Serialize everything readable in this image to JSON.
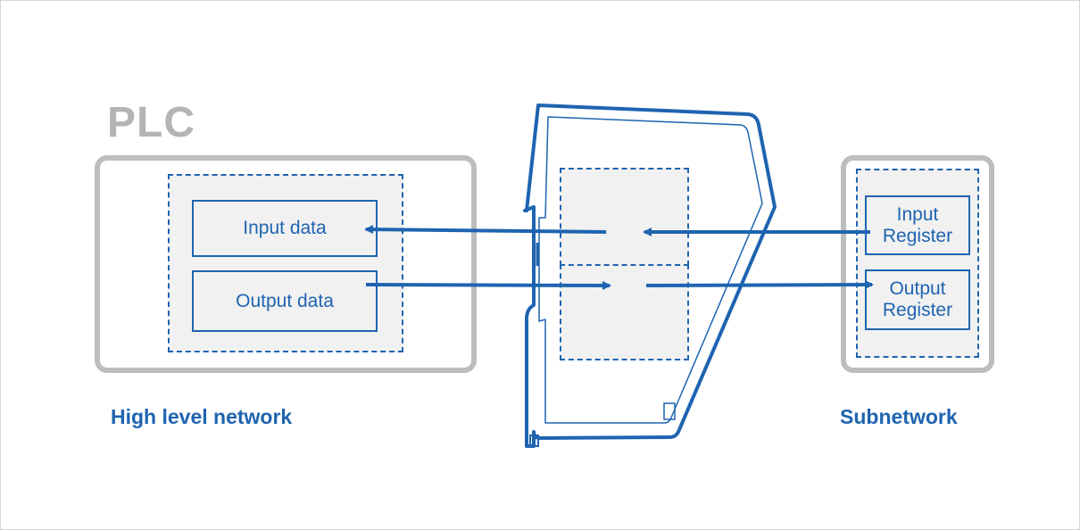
{
  "plc_title": "PLC",
  "plc": {
    "input_label": "Input data",
    "output_label": "Output data"
  },
  "subnet": {
    "input_label": "Input\nRegister",
    "output_label": "Output\nRegister"
  },
  "labels": {
    "high_level": "High level network",
    "subnetwork": "Subnetwork"
  },
  "colors": {
    "accent_blue": "#1e64b0",
    "gray_border": "#bdbdbd",
    "box_fill": "#f1f1f1"
  }
}
